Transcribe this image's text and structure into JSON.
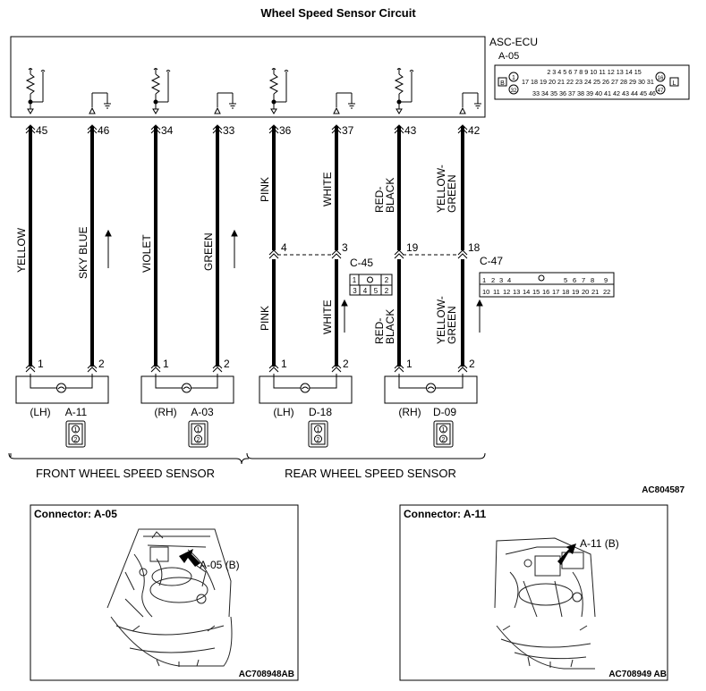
{
  "title": "Wheel Speed Sensor Circuit",
  "ecu": {
    "name": "ASC-ECU",
    "connector": "A-05",
    "pins_row1": "2 3 4 5 6 7 8 9 10 11 12 13 14 15",
    "pins_row2": "17 18 19 20 21 22 23 24 25 26 27 28 29 30 31",
    "pins_row3": "33 34 35 36 37 38 39 40 41 42 43 44 45 46",
    "pin_1": "1",
    "pin_32": "32",
    "pin_16": "16",
    "pin_47": "47",
    "side_left": "B",
    "side_right": "L"
  },
  "wires": [
    {
      "ecu_pin": "45",
      "color": "YELLOW",
      "sensor_pin": "1"
    },
    {
      "ecu_pin": "46",
      "color": "SKY BLUE",
      "sensor_pin": "2"
    },
    {
      "ecu_pin": "34",
      "color": "VIOLET",
      "sensor_pin": "1"
    },
    {
      "ecu_pin": "33",
      "color": "GREEN",
      "sensor_pin": "2"
    },
    {
      "ecu_pin": "36",
      "color": "PINK",
      "lower_color": "PINK",
      "junction_pin": "4",
      "sensor_pin": "1"
    },
    {
      "ecu_pin": "37",
      "color": "WHITE",
      "lower_color": "WHITE",
      "junction_pin": "3",
      "sensor_pin": "2"
    },
    {
      "ecu_pin": "43",
      "color": "RED-BLACK",
      "lower_color": "RED-BLACK",
      "junction_pin": "19",
      "sensor_pin": "1"
    },
    {
      "ecu_pin": "42",
      "color": "YELLOW-GREEN",
      "lower_color": "YELLOW-GREEN",
      "junction_pin": "18",
      "sensor_pin": "2"
    }
  ],
  "junctions": [
    {
      "name": "C-45",
      "pins_top": "1 2",
      "pins_bottom": "3 4 5 2"
    },
    {
      "name": "C-47",
      "pins_top": "1 2 3 4 5 6 7 8 9",
      "pins_bottom": "10 11 12 13 14 15 16 17 18 19 20 21 22"
    }
  ],
  "sensors": [
    {
      "side": "(LH)",
      "connector": "A-11"
    },
    {
      "side": "(RH)",
      "connector": "A-03"
    },
    {
      "side": "(LH)",
      "connector": "D-18"
    },
    {
      "side": "(RH)",
      "connector": "D-09"
    }
  ],
  "groups": {
    "front": "FRONT WHEEL SPEED SENSOR",
    "rear": "REAR WHEEL SPEED SENSOR"
  },
  "figure_code": "AC804587",
  "connector_panels": [
    {
      "title": "Connector: A-05",
      "callout": "A-05 (B)",
      "code": "AC708948AB"
    },
    {
      "title": "Connector: A-11",
      "callout": "A-11 (B)",
      "code": "AC708949 AB"
    }
  ]
}
